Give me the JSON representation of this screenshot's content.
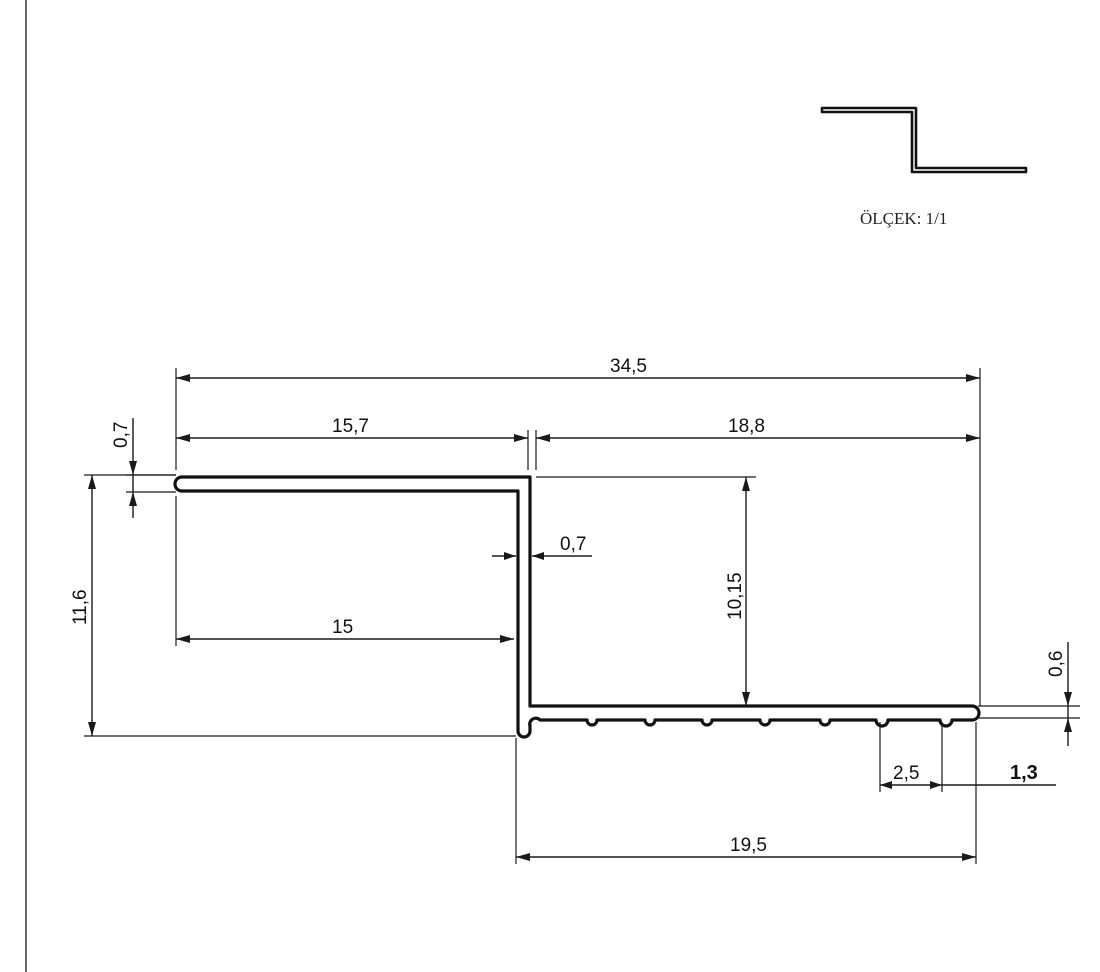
{
  "scale": {
    "label": "ÖLÇEK: 1/1"
  },
  "dimensions": {
    "total_width": "34,5",
    "left_top_width": "15,7",
    "right_top_width": "18,8",
    "top_thickness": "0,7",
    "total_height": "11,6",
    "web_thickness": "0,7",
    "inner_width": "15",
    "web_height": "10,15",
    "bottom_thickness": "0,6",
    "groove_pitch": "2,5",
    "end_offset": "1,3",
    "bottom_width": "19,5"
  },
  "colors": {
    "ink": "#111111",
    "paper": "#ffffff"
  }
}
